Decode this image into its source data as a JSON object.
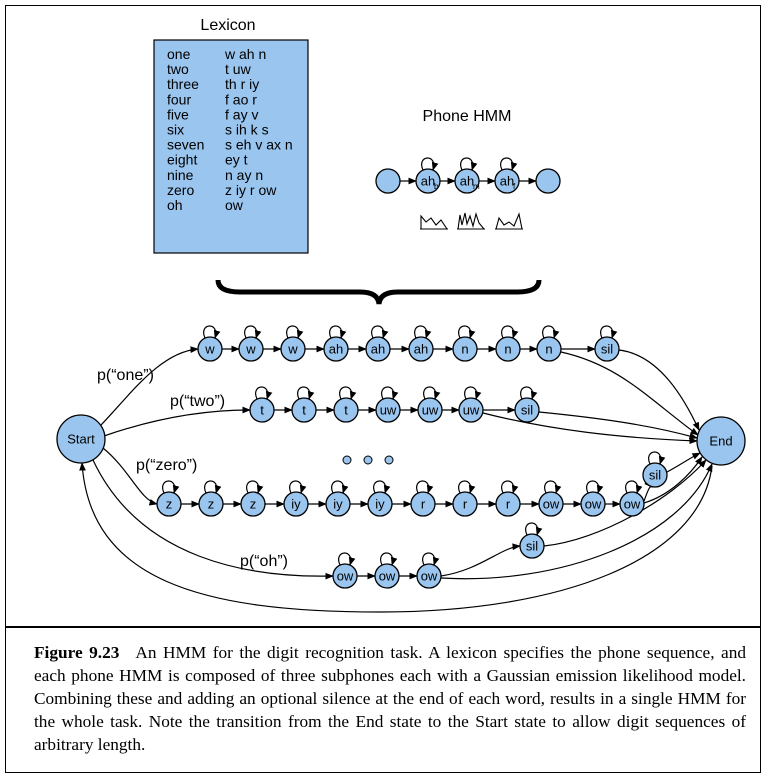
{
  "lexicon": {
    "title": "Lexicon",
    "entries": [
      {
        "word": "one",
        "phones": "w ah n"
      },
      {
        "word": "two",
        "phones": "t uw"
      },
      {
        "word": "three",
        "phones": "th r iy"
      },
      {
        "word": "four",
        "phones": "f ao r"
      },
      {
        "word": "five",
        "phones": "f ay v"
      },
      {
        "word": "six",
        "phones": "s ih k s"
      },
      {
        "word": "seven",
        "phones": "s eh v ax n"
      },
      {
        "word": "eight",
        "phones": "ey t"
      },
      {
        "word": "nine",
        "phones": "n ay n"
      },
      {
        "word": "zero",
        "phones": "z iy r ow"
      },
      {
        "word": "oh",
        "phones": "ow"
      }
    ]
  },
  "phone_hmm": {
    "title": "Phone HMM",
    "states": [
      "ah",
      "ah",
      "ah"
    ],
    "subscripts": [
      "b",
      "m",
      "f"
    ]
  },
  "graph": {
    "start": "Start",
    "end": "End",
    "sil": "sil",
    "words": [
      {
        "prob": "p(“one”)",
        "states": [
          "w",
          "w",
          "w",
          "ah",
          "ah",
          "ah",
          "n",
          "n",
          "n"
        ]
      },
      {
        "prob": "p(“two”)",
        "states": [
          "t",
          "t",
          "t",
          "uw",
          "uw",
          "uw"
        ]
      },
      {
        "prob": "p(“zero”)",
        "states": [
          "z",
          "z",
          "z",
          "iy",
          "iy",
          "iy",
          "r",
          "r",
          "r",
          "ow",
          "ow",
          "ow"
        ]
      },
      {
        "prob": "p(“oh”)",
        "states": [
          "ow",
          "ow",
          "ow"
        ]
      }
    ]
  },
  "caption": {
    "label": "Figure 9.23",
    "text": "An HMM for the digit recognition task. A lexicon specifies the phone sequence, and each phone HMM is composed of three subphones each with a Gaussian emission likelihood model. Combining these and adding an optional silence at the end of each word, results in a single HMM for the whole task. Note the transition from the End state to the Start state to allow digit sequences of arbitrary length."
  },
  "colors": {
    "node_fill": "#99c5ef",
    "lexicon_fill": "#99c5ef",
    "line": "#000000"
  }
}
